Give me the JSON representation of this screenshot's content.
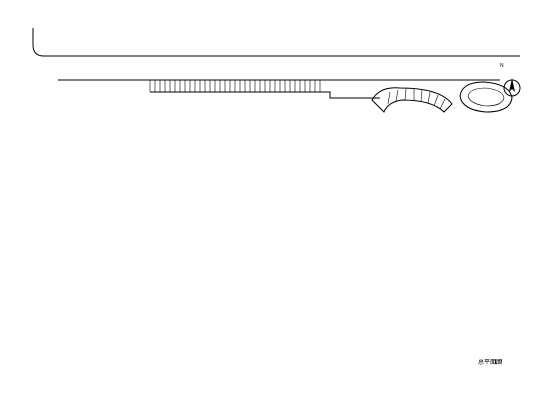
{
  "drawing": {
    "type": "architectural site plan (lighting / electrical layout)",
    "caption_main": "总平面图",
    "caption_scale": "1:?",
    "north_label": "N"
  }
}
